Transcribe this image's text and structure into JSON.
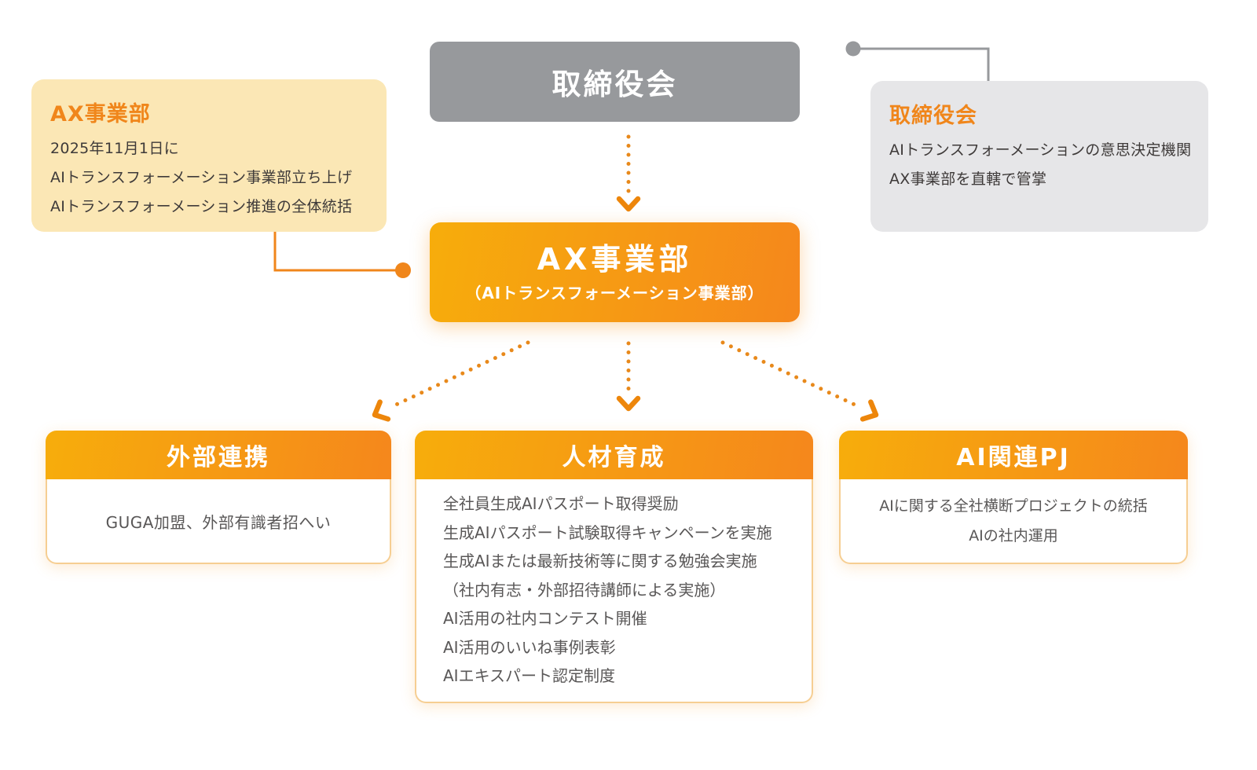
{
  "palette": {
    "orange_accent": "#F0861B",
    "orange_gradient_start": "#F7AD0B",
    "orange_gradient_end": "#F5871C",
    "arrow_dot_orange": "#E8891B",
    "gray_node": "#97999C",
    "gray_callout_bg": "#E6E6E8",
    "yellow_callout_bg": "#FBE7B5",
    "body_text_gray": "#595757",
    "callout_text_dark": "#3E3A39"
  },
  "board_box": {
    "label": "取締役会"
  },
  "ax_box": {
    "title": "AX事業部",
    "subtitle": "（AIトランスフォーメーション事業部）"
  },
  "left_callout": {
    "title": "AX事業部",
    "lines": [
      "2025年11月1日に",
      "AIトランスフォーメーション事業部立ち上げ",
      "AIトランスフォーメーション推進の全体統括"
    ]
  },
  "right_callout": {
    "title": "取締役会",
    "lines": [
      "AIトランスフォーメーションの意思決定機関",
      "AX事業部を直轄で管掌"
    ]
  },
  "bottom_boxes": [
    {
      "title": "外部連携",
      "lines": [
        "GUGA加盟、外部有識者招へい"
      ]
    },
    {
      "title": "人材育成",
      "lines": [
        "全社員生成AIパスポート取得奨励",
        "生成AIパスポート試験取得キャンペーンを実施",
        "生成AIまたは最新技術等に関する勉強会実施",
        "（社内有志・外部招待講師による実施）",
        "AI活用の社内コンテスト開催",
        "AI活用のいいね事例表彰",
        "AIエキスパート認定制度"
      ]
    },
    {
      "title": "AI関連PJ",
      "lines": [
        "AIに関する全社横断プロジェクトの統括",
        "AIの社内運用"
      ]
    }
  ]
}
